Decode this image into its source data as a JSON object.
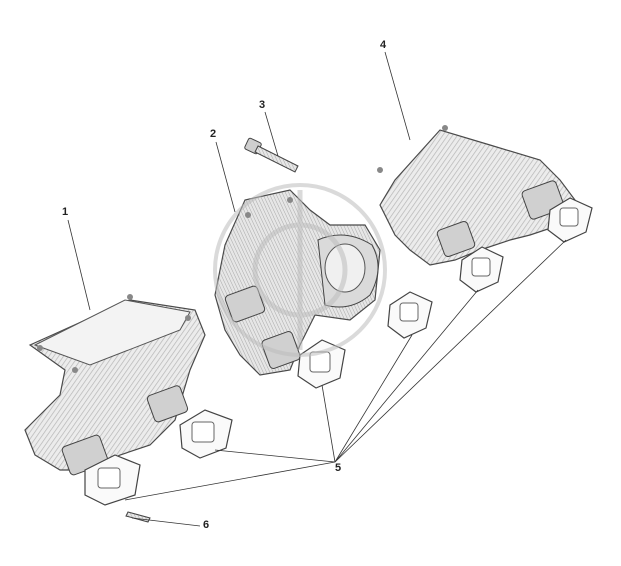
{
  "diagram": {
    "callouts": [
      {
        "id": "1",
        "label": "1"
      },
      {
        "id": "2",
        "label": "2"
      },
      {
        "id": "3",
        "label": "3"
      },
      {
        "id": "4",
        "label": "4"
      },
      {
        "id": "5",
        "label": "5"
      },
      {
        "id": "6",
        "label": "6"
      }
    ],
    "colors": {
      "line": "#3a3a3a",
      "shade": "#bdbdbd",
      "watermark": "#d8d8d8",
      "background": "#ffffff"
    }
  }
}
